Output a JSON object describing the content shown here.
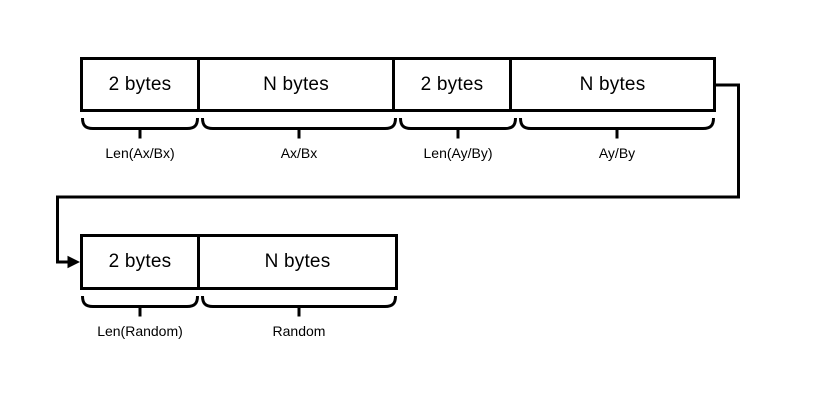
{
  "diagram": {
    "title": "byte layout diagram",
    "background": "#ffffff",
    "stroke_color": "#000000",
    "rows": [
      {
        "name": "message-1",
        "fields": [
          {
            "size": "2 bytes",
            "label": "Len(Ax/Bx)"
          },
          {
            "size": "N bytes",
            "label": "Ax/Bx"
          },
          {
            "size": "2 bytes",
            "label": "Len(Ay/By)"
          },
          {
            "size": "N bytes",
            "label": "Ay/By"
          }
        ]
      },
      {
        "name": "message-2",
        "fields": [
          {
            "size": "2 bytes",
            "label": "Len(Random)"
          },
          {
            "size": "N bytes",
            "label": "Random"
          }
        ]
      }
    ],
    "arrow": "flow from end of first message row to start of second message row"
  }
}
